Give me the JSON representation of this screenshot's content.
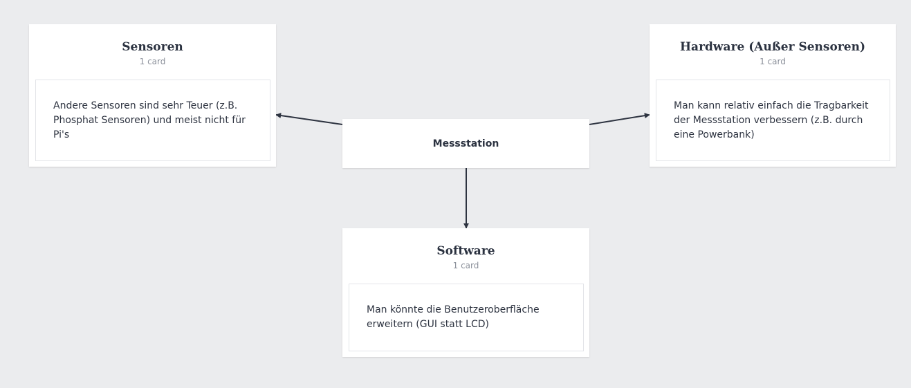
{
  "central": {
    "title": "Messstation"
  },
  "columns": [
    {
      "id": "sensoren",
      "title": "Sensoren",
      "count": "1 card",
      "cards": [
        "Andere Sensoren sind sehr Teuer (z.B. Phosphat Sensoren) und meist nicht für Pi's"
      ]
    },
    {
      "id": "hardware",
      "title": "Hardware (Außer Sensoren)",
      "count": "1 card",
      "cards": [
        "Man kann relativ einfach die Tragbarkeit der Messstation verbessern (z.B. durch eine Powerbank)"
      ]
    },
    {
      "id": "software",
      "title": "Software",
      "count": "1 card",
      "cards": [
        "Man könnte die Benutzeroberfläche erweitern (GUI statt LCD)"
      ]
    }
  ],
  "colors": {
    "background": "#ebecee",
    "card": "#ffffff",
    "arrow": "#2d3340",
    "muted": "#8b909a"
  }
}
